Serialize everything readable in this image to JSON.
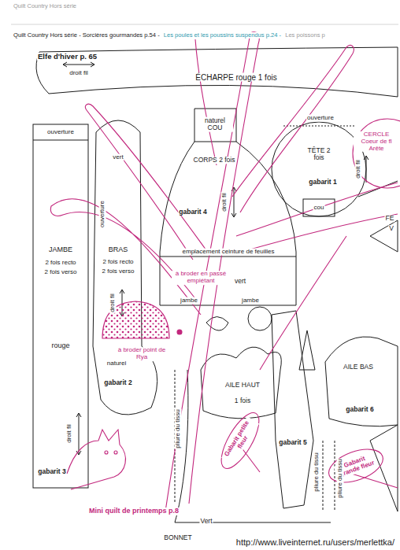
{
  "diagram": {
    "title": "Elfe d'hiver p. 65",
    "nodes": [
      {
        "text": [
          "ÉCHARPE rouge 1 fois",
          "droit fil"
        ]
      },
      {
        "text": [
          "ouverture",
          "JAMBE",
          "2 fois recto",
          "2 fois verso",
          "rouge",
          "droit fil",
          "gabarit 3"
        ]
      },
      {
        "text": [
          "vert",
          "ouverture",
          "BRAS",
          "2 fois recto",
          "2 fois verso",
          "droit fil",
          "naturel",
          "gabarit 2"
        ]
      },
      {
        "text": [
          "naturel COU",
          "CORPS 2 fois",
          "droit fil",
          "gabarit 4",
          "emplacement ceinture de feuilles",
          "vert",
          "jambe",
          "jambe"
        ]
      },
      {
        "text": [
          "ouverture",
          "TÊTE 2 fois",
          "gabarit 1",
          "droit fil",
          "cou"
        ]
      },
      {
        "text": [
          "CERCLE Coeur de fl Arête"
        ]
      },
      {
        "text": [
          "AILE HAUT",
          "1 fois"
        ]
      },
      {
        "text": [
          "AILE BAS",
          "gabarit 6"
        ]
      },
      {
        "text": [
          "Gabarit petite fleur"
        ]
      },
      {
        "text": [
          "Gabarit grande fleur"
        ]
      }
    ],
    "labels": [
      "Quilt Country Hors série",
      "Quilt Country Hors série - Sorcières gourmandes p.54 -",
      "Les poules et les poussins suspendus p.24 -",
      "Les poissons p",
      "à broder en passé empiétant",
      "à broder point de Rya",
      "pliure du tissu",
      "gabarit 5",
      "pliure du tissu",
      "pliure du tissu",
      "FE",
      "V",
      "Mini quilt de printemps p.8",
      "Vert",
      "BONNET",
      "http://www.liveinternet.ru/users/merlettka/"
    ]
  }
}
